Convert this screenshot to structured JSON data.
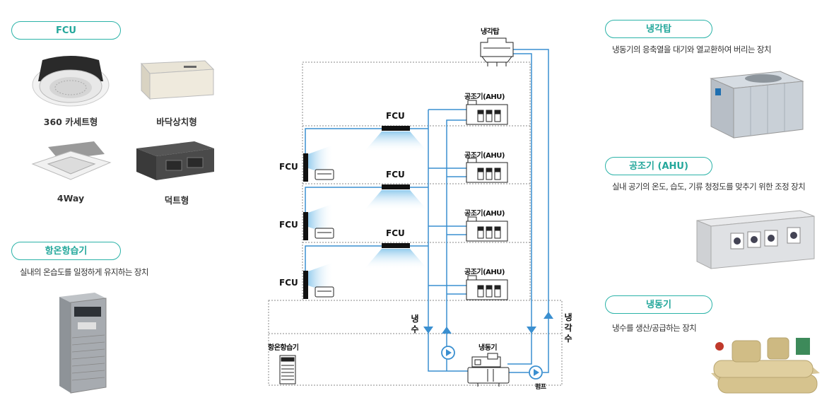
{
  "left": {
    "fcu_header": "FCU",
    "fcu_types": [
      {
        "label": "360 카세트형",
        "icon": "cassette-360-icon"
      },
      {
        "label": "바닥상치형",
        "icon": "floor-standing-icon"
      },
      {
        "label": "4Way",
        "icon": "cassette-4way-icon"
      },
      {
        "label": "덕트형",
        "icon": "duct-type-icon"
      }
    ],
    "humidifier_header": "항온항습기",
    "humidifier_desc": "실내의 온습도를 일정하게 유지하는 장치"
  },
  "right": {
    "cooling_tower_header": "냉각탑",
    "cooling_tower_desc": "냉동기의 응축열을 대기와 열교환하여 버리는 장치",
    "ahu_header": "공조기 (AHU)",
    "ahu_desc": "실내 공기의 온도, 습도, 기류 청정도를 맞추기 위한 조정 장치",
    "chiller_header": "냉동기",
    "chiller_desc": "냉수를 생산/공급하는 장치"
  },
  "diagram": {
    "cooling_tower": "냉각탑",
    "ahu_label": "공조기(AHU)",
    "fcu_label": "FCU",
    "chilled_water": [
      "냉",
      "수"
    ],
    "cooling_water": [
      "냉",
      "각",
      "수"
    ],
    "humidifier": "항온항습기",
    "chiller": "냉동기",
    "pump": "펌프"
  },
  "colors": {
    "accent": "#2bb3a8",
    "pipe": "#3a8fd0",
    "dotted": "#888888"
  }
}
